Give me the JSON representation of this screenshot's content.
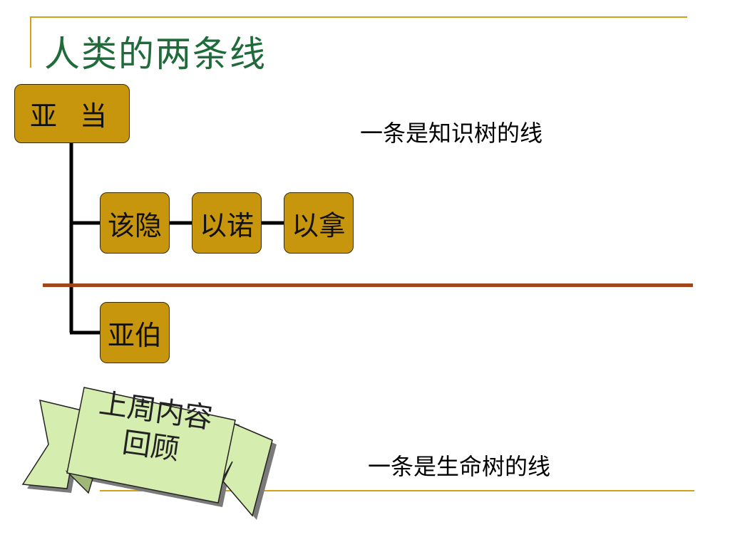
{
  "slide": {
    "title": "人类的两条线",
    "accent_color": "#d4a017",
    "title_color": "#1f6b3a",
    "divider_color": "#a0461a",
    "node_fill_color": "#c8960c"
  },
  "tree": {
    "root": "亚 当",
    "line_of_knowledge": [
      "该隐",
      "以诺",
      "以拿"
    ],
    "line_of_life": [
      "亚伯"
    ]
  },
  "captions": {
    "knowledge": "一条是知识树的线",
    "life": "一条是生命树的线"
  },
  "banner": {
    "line1": "上周内容",
    "line2": "回顾",
    "fill_color": "#d6edb0"
  }
}
